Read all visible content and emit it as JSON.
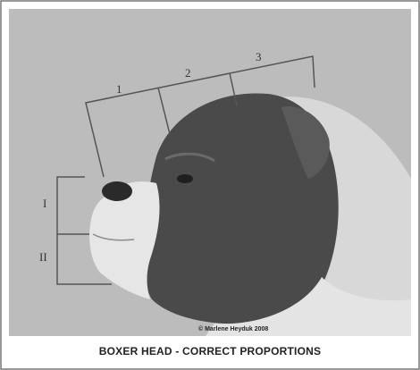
{
  "diagram": {
    "skull_labels": [
      "1",
      "2",
      "3"
    ],
    "muzzle_labels": [
      "I",
      "II"
    ],
    "copyright": "© Marlene Heyduk 2008",
    "caption": "BOXER HEAD - CORRECT PROPORTIONS"
  },
  "colors": {
    "background": "#bcbcbc",
    "dog_dark": "#4a4a4a",
    "dog_light": "#e2e2e2",
    "lines": "#555555"
  }
}
